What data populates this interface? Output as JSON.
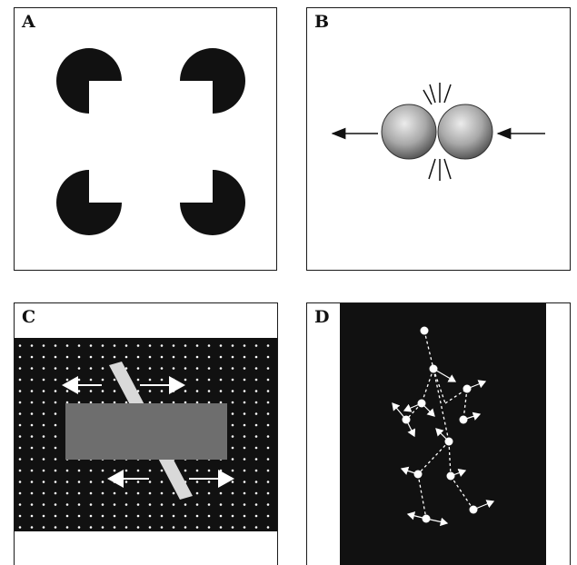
{
  "panels": [
    {
      "id": "a",
      "label": "A",
      "figure": "kanizsa-square"
    },
    {
      "id": "b",
      "label": "B",
      "figure": "colliding-spheres"
    },
    {
      "id": "c",
      "label": "C",
      "figure": "occluded-moving-bar"
    },
    {
      "id": "d",
      "label": "D",
      "figure": "point-light-walker"
    }
  ],
  "colors": {
    "ink": "#111111",
    "background": "#ffffff",
    "dark_field": "#111111",
    "occluder": "#6e6e6e",
    "bar": "#d9d9d9",
    "sphere_light": "#e6e6e6",
    "sphere_dark": "#555555"
  }
}
